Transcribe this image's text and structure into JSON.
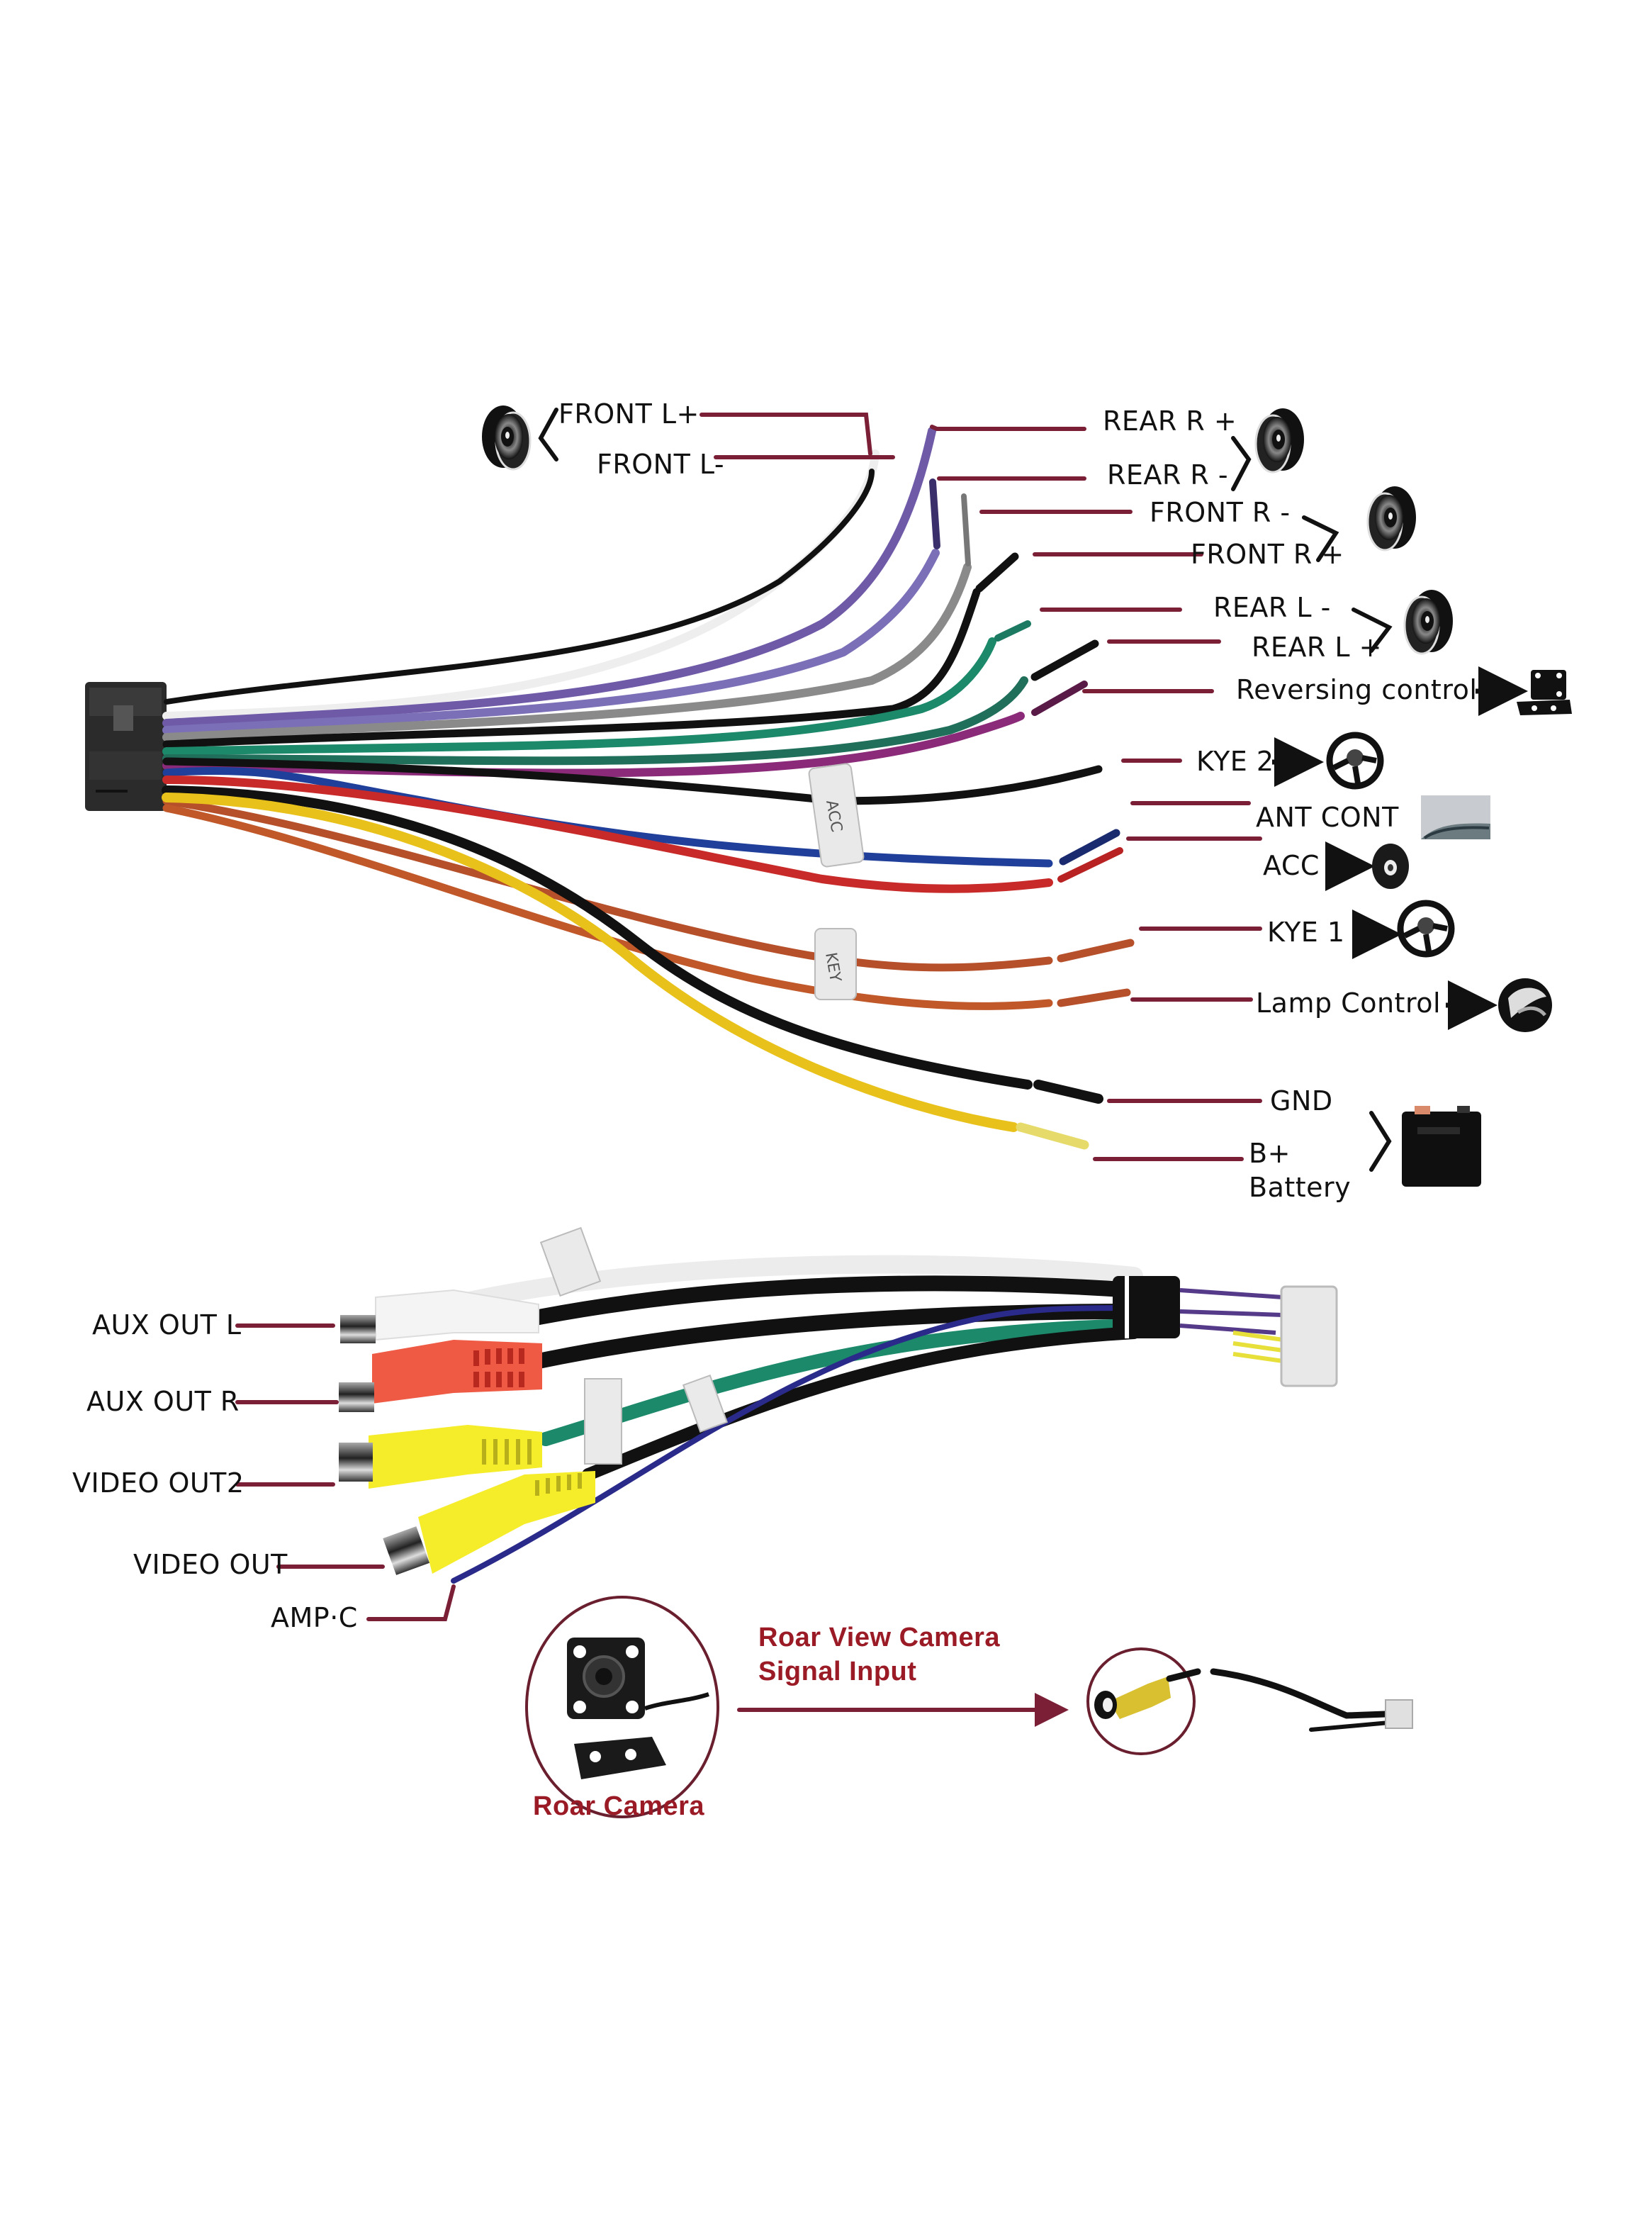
{
  "diagram": {
    "title": "Car stereo wiring harness diagram",
    "main_harness": {
      "labels": [
        {
          "id": "front-l-plus",
          "text": "FRONT L+",
          "wire_color": "white",
          "device": "speaker-icon"
        },
        {
          "id": "front-l-minus",
          "text": "FRONT L-",
          "wire_color": "white-black",
          "device": "speaker-icon"
        },
        {
          "id": "rear-r-plus",
          "text": "REAR R +",
          "wire_color": "purple",
          "device": "speaker-icon"
        },
        {
          "id": "rear-r-minus",
          "text": "REAR R -",
          "wire_color": "purple-black",
          "device": "speaker-icon"
        },
        {
          "id": "front-r-minus",
          "text": "FRONT R -",
          "wire_color": "gray-black",
          "device": "speaker-icon"
        },
        {
          "id": "front-r-plus",
          "text": "FRONT R +",
          "wire_color": "gray",
          "device": "speaker-icon"
        },
        {
          "id": "rear-l-minus",
          "text": "REAR L -",
          "wire_color": "green-black",
          "device": "speaker-icon"
        },
        {
          "id": "rear-l-plus",
          "text": "REAR L +",
          "wire_color": "green",
          "device": "speaker-icon"
        },
        {
          "id": "reversing-control",
          "text": "Reversing control",
          "wire_color": "purple",
          "device": "rear-camera-icon"
        },
        {
          "id": "kye-2",
          "text": "KYE 2",
          "wire_color": "black",
          "device": "steering-wheel-icon"
        },
        {
          "id": "ant-cont",
          "text": "ANT CONT",
          "wire_color": "blue",
          "device": "car-antenna-icon"
        },
        {
          "id": "acc",
          "text": "ACC",
          "wire_color": "red",
          "device": "ignition-icon"
        },
        {
          "id": "kye-1",
          "text": "KYE 1",
          "wire_color": "brown",
          "device": "steering-wheel-icon"
        },
        {
          "id": "lamp-control",
          "text": "Lamp Control",
          "wire_color": "orange-brown",
          "device": "headlamp-icon"
        },
        {
          "id": "gnd",
          "text": "GND",
          "wire_color": "black",
          "device": "battery-icon"
        },
        {
          "id": "b-plus",
          "text": "B+",
          "wire_color": "yellow",
          "device": "battery-icon"
        },
        {
          "id": "battery",
          "text": "Battery"
        }
      ]
    },
    "av_harness": {
      "labels": [
        {
          "id": "aux-out-l",
          "text": "AUX OUT L",
          "plug_color": "white"
        },
        {
          "id": "aux-out-r",
          "text": "AUX OUT R",
          "plug_color": "red"
        },
        {
          "id": "video-out2",
          "text": "VIDEO OUT2",
          "plug_color": "yellow"
        },
        {
          "id": "video-out",
          "text": "VIDEO OUT",
          "plug_color": "yellow"
        },
        {
          "id": "amp-c",
          "text": "AMP·C",
          "plug_color": "blue-wire"
        }
      ]
    },
    "camera_section": {
      "signal_title_line1": "Roar View Camera",
      "signal_title_line2": "Signal Input",
      "camera_caption": "Roar Camera"
    },
    "colors": {
      "leader": "#7a1f35",
      "caption_red": "#9a1b25",
      "wire_black": "#111111",
      "wire_white": "#eeeeee",
      "wire_purple": "#6f5aa8",
      "wire_gray": "#8a8a8a",
      "wire_green": "#1c8a6a",
      "wire_magenta": "#8a2a78",
      "wire_blue": "#1f3f9a",
      "wire_red": "#c82a2a",
      "wire_brown": "#b6502a",
      "wire_yellow": "#e8c21a",
      "rca_red": "#ef5a44",
      "rca_yellow": "#f5ec2a",
      "connector_dark": "#2b2b2b"
    }
  }
}
